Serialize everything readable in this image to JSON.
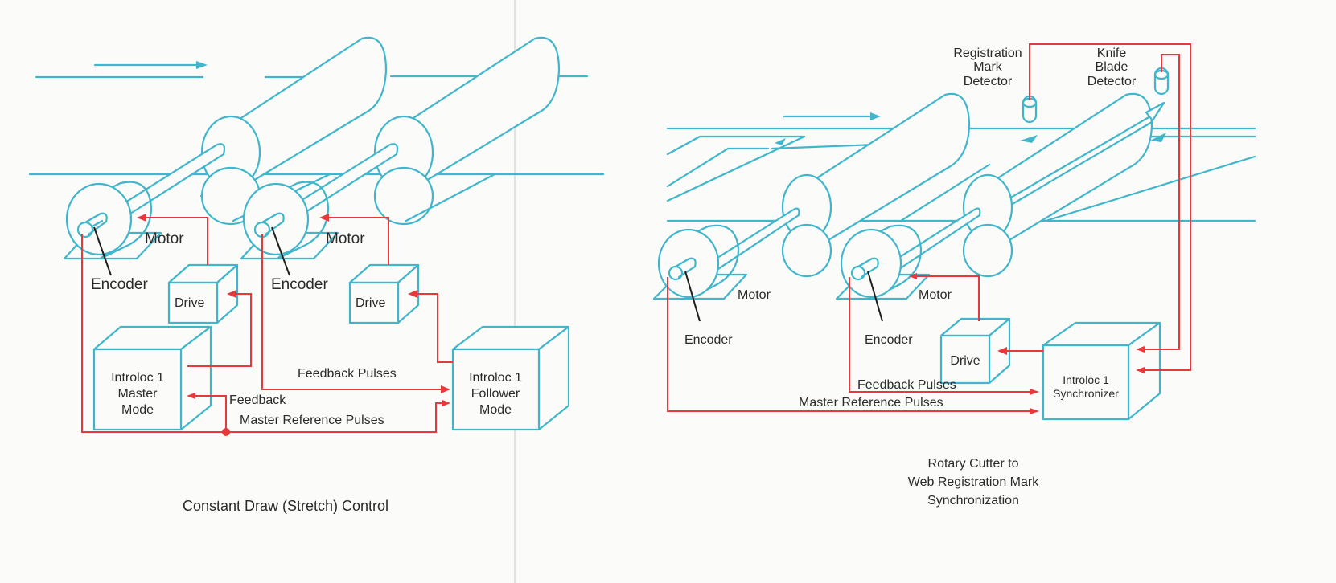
{
  "colors": {
    "machinery": "#3fb6cc",
    "signal": "#e8383c",
    "text": "#2a2a2a",
    "leader": "#1e1e1e",
    "background": "#fbfbf9"
  },
  "left_panel": {
    "caption": "Constant Draw (Stretch) Control",
    "labels": {
      "motor_1": "Motor",
      "motor_2": "Motor",
      "encoder_1": "Encoder",
      "encoder_2": "Encoder",
      "drive_1": "Drive",
      "drive_2": "Drive",
      "master_line1": "Introloc 1",
      "master_line2": "Master",
      "master_line3": "Mode",
      "follower_line1": "Introloc 1",
      "follower_line2": "Follower",
      "follower_line3": "Mode",
      "feedback_pulses": "Feedback Pulses",
      "feedback": "Feedback",
      "master_reference_pulses": "Master Reference Pulses"
    }
  },
  "right_panel": {
    "caption_line1": "Rotary Cutter to",
    "caption_line2": "Web Registration Mark",
    "caption_line3": "Synchronization",
    "labels": {
      "registration_line1": "Registration",
      "registration_line2": "Mark",
      "registration_line3": "Detector",
      "knife_line1": "Knife",
      "knife_line2": "Blade",
      "knife_line3": "Detector",
      "motor_1": "Motor",
      "motor_2": "Motor",
      "encoder_1": "Encoder",
      "encoder_2": "Encoder",
      "drive": "Drive",
      "sync_line1": "Introloc 1",
      "sync_line2": "Synchronizer",
      "feedback_pulses": "Feedback Pulses",
      "master_reference_pulses": "Master Reference Pulses"
    }
  }
}
